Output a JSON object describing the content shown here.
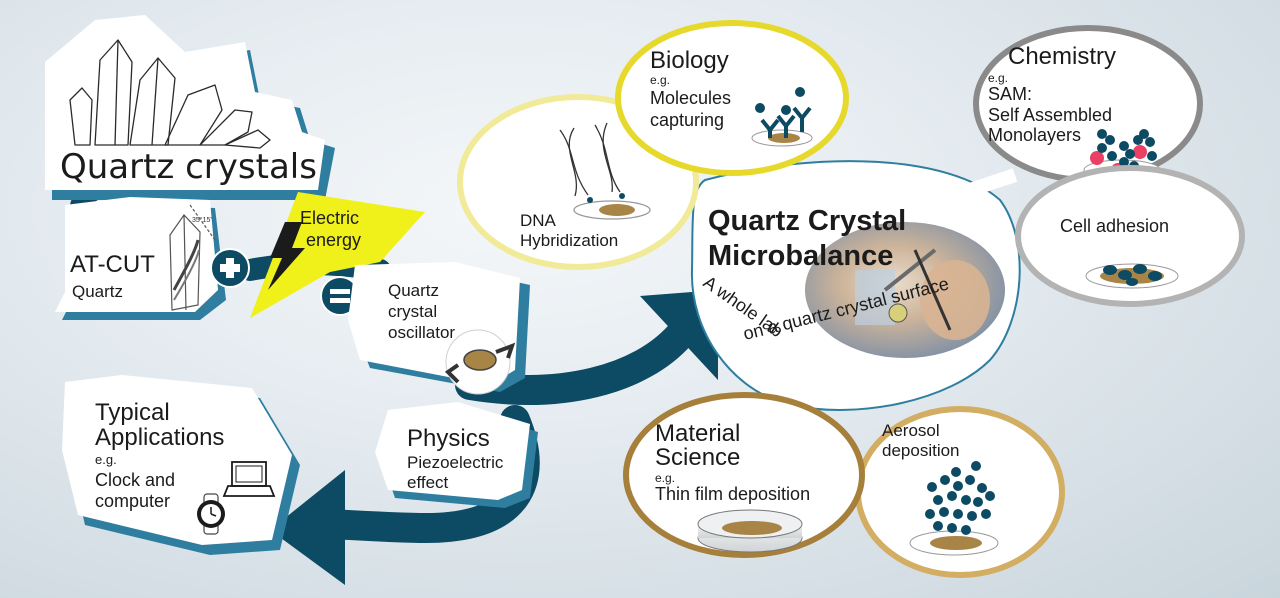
{
  "quartz": {
    "title": "Quartz crystals"
  },
  "atcut": {
    "title": "AT-CUT",
    "subtitle": "Quartz",
    "angle": "35°15'"
  },
  "electric": {
    "label": "Electric\nenergy"
  },
  "oscillator": {
    "label": "Quartz\ncrystal\noscillator"
  },
  "physics": {
    "title": "Physics",
    "subtitle": "Piezoelectric\neffect"
  },
  "applications": {
    "title": "Typical\nApplications",
    "eg": "e.g.",
    "text": "Clock and\ncomputer"
  },
  "dna": {
    "label": "DNA\nHybridization"
  },
  "biology": {
    "title": "Biology",
    "eg": "e.g.",
    "text": "Molecules\ncapturing"
  },
  "qcm": {
    "title": "Quartz Crystal\nMicrobalance",
    "tagline": "A whole lab\non a quartz crystal surface"
  },
  "chemistry": {
    "title": "Chemistry",
    "eg": "e.g.",
    "text": "SAM:\nSelf Assembled\nMonolayers"
  },
  "cell": {
    "label": "Cell adhesion"
  },
  "material": {
    "title": "Material\nScience",
    "eg": "e.g.",
    "text": "Thin film deposition"
  },
  "aerosol": {
    "label": "Aerosol\ndeposition"
  },
  "colors": {
    "teal": "#0d4a63",
    "yellow": "#e6d92c",
    "gold": "#b68a3a",
    "gray": "#8a8a8a",
    "lightgray": "#b3b3b3",
    "bolt": "#f0f01a",
    "gold_disc": "#a98447"
  }
}
